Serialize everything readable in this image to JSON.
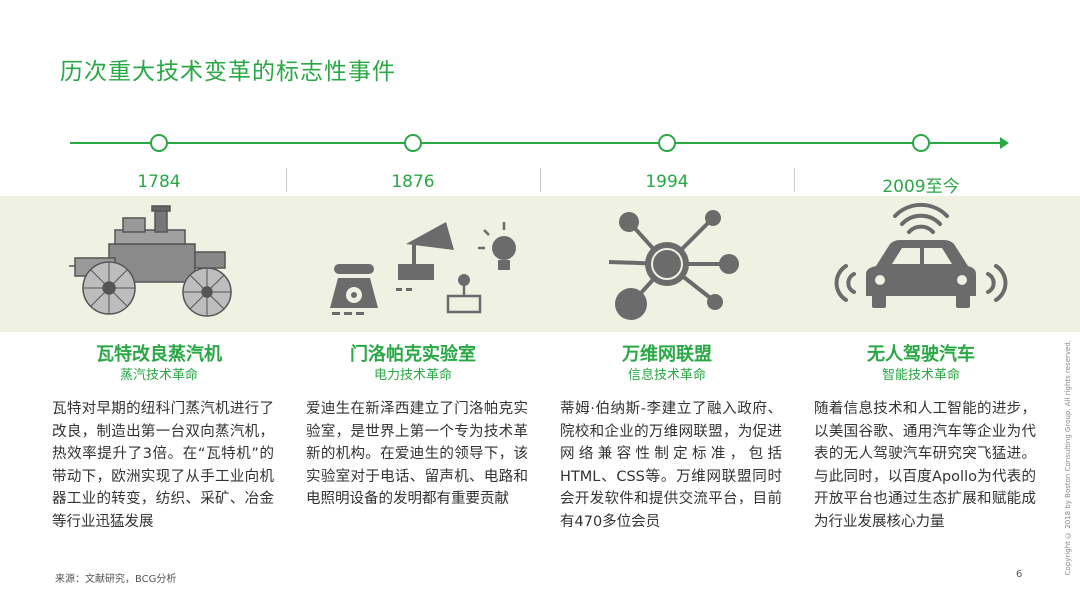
{
  "title": "历次重大技术变革的标志性事件",
  "events": [
    {
      "year": "1784",
      "title": "瓦特改良蒸汽机",
      "subtitle": "蒸汽技术革命",
      "body": "瓦特对早期的纽科门蒸汽机进行了改良，制造出第一台双向蒸汽机，热效率提升了3倍。在“瓦特机”的带动下，欧洲实现了从手工业向机器工业的转变，纺织、采矿、冶金等行业迅猛发展",
      "icon": "steam-engine-icon"
    },
    {
      "year": "1876",
      "title": "门洛帕克实验室",
      "subtitle": "电力技术革命",
      "body": "爱迪生在新泽西建立了门洛帕克实验室，是世界上第一个专为技术革新的机构。在爱迪生的领导下，该实验室对于电话、留声机、电路和电照明设备的发明都有重要贡献",
      "icon": "inventions-icon"
    },
    {
      "year": "1994",
      "title": "万维网联盟",
      "subtitle": "信息技术革命",
      "body": "蒂姆·伯纳斯-李建立了融入政府、院校和企业的万维网联盟，为促进网络兼容性制定标准，包括HTML、CSS等。万维网联盟同时会开发软件和提供交流平台，目前有470多位会员",
      "icon": "network-icon"
    },
    {
      "year": "2009至今",
      "title": "无人驾驶汽车",
      "subtitle": "智能技术革命",
      "body": "随着信息技术和人工智能的进步，以美国谷歌、通用汽车等企业为代表的无人驾驶汽车研究突飞猛进。与此同时，以百度Apollo为代表的开放平台也通过生态扩展和赋能成为行业发展核心力量",
      "icon": "autonomous-car-icon"
    }
  ],
  "source": "来源：文献研究，BCG分析",
  "page_number": "6",
  "copyright": "Copyright © 2018 by Boston Consulting Group. All rights reserved.",
  "colors": {
    "accent": "#29a845",
    "band": "#eff1e2",
    "icon_gray": "#6b6b6b"
  }
}
